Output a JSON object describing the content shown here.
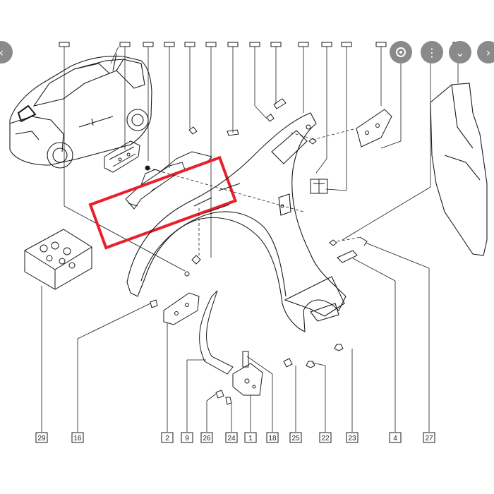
{
  "colors": {
    "highlight": "#e8202a",
    "line": "#1a1a1a",
    "nav_button": "#8a8a8a"
  },
  "nav": {
    "prev_icon": "chevron-left-icon",
    "zoom_icon": "zoom-icon",
    "next_icon": "chevron-right-icon"
  },
  "callouts": {
    "bottom": [
      "29",
      "16",
      "2",
      "9",
      "26",
      "24",
      "1",
      "18",
      "25",
      "22",
      "23",
      "4",
      "27"
    ]
  }
}
